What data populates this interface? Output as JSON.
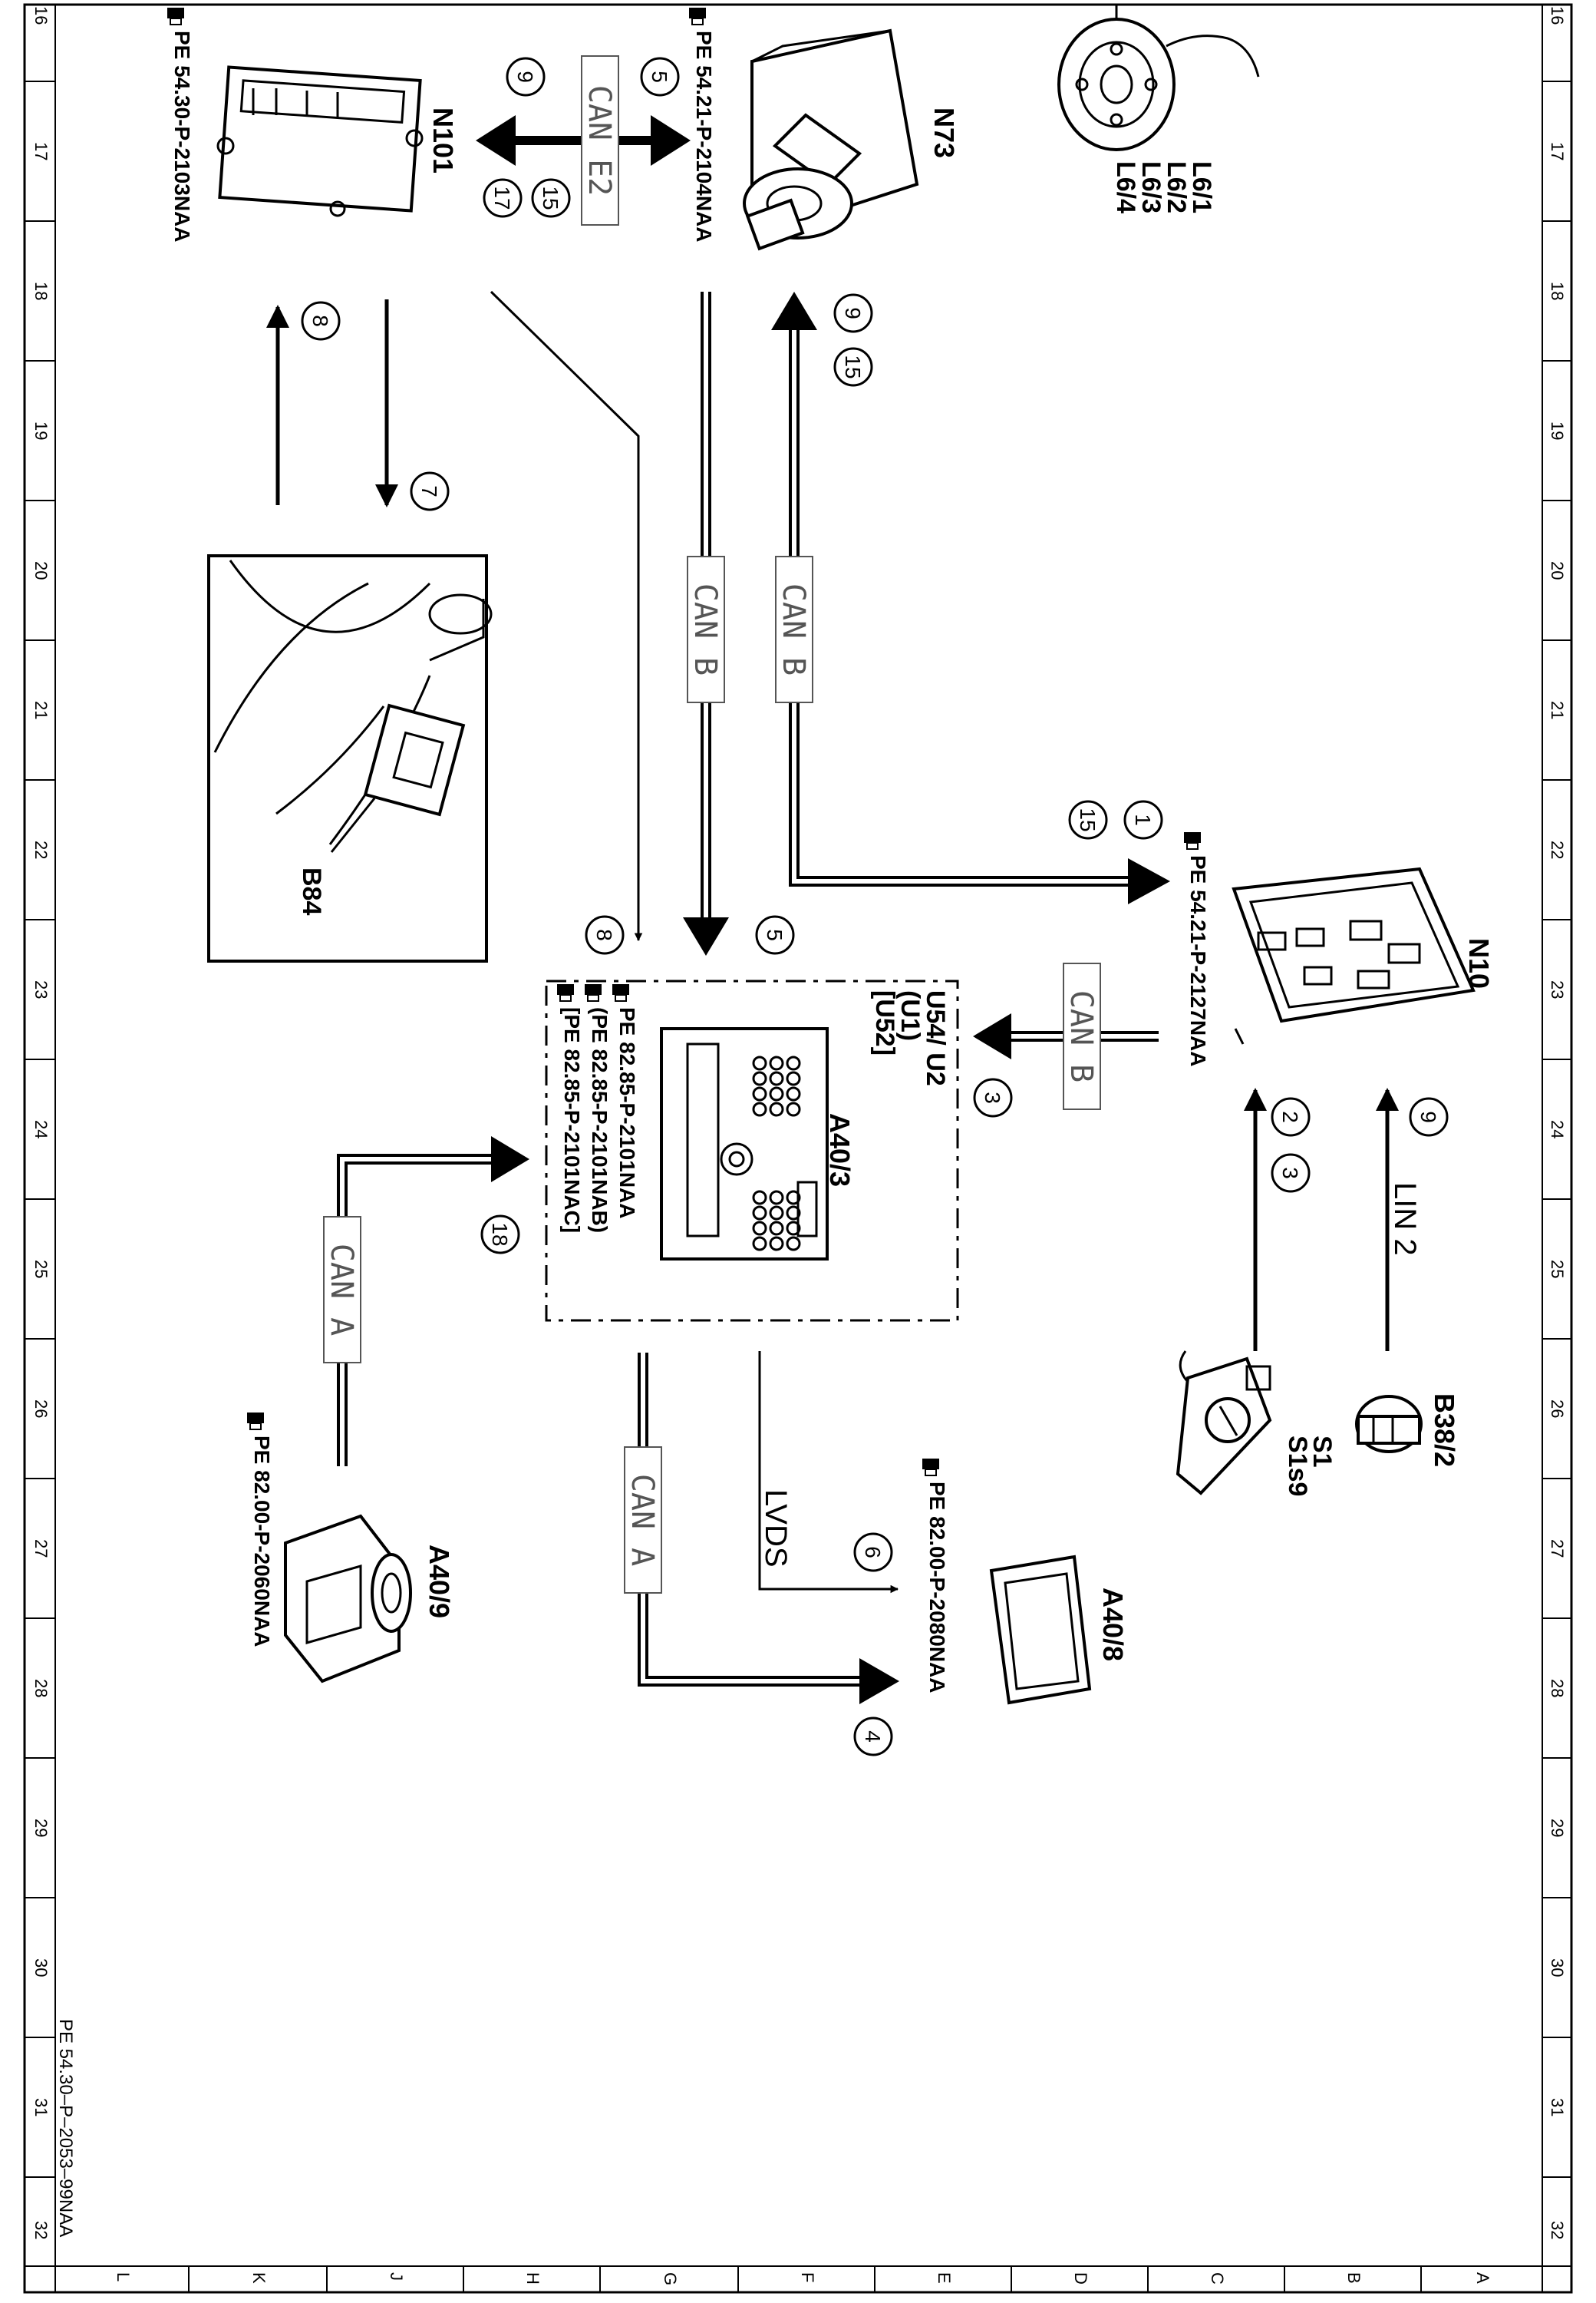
{
  "grid": {
    "rows": [
      "16",
      "17",
      "18",
      "19",
      "20",
      "21",
      "22",
      "23",
      "24",
      "25",
      "26",
      "27",
      "28",
      "29",
      "30",
      "31",
      "32"
    ],
    "cols": [
      "L",
      "K",
      "J",
      "H",
      "G",
      "F",
      "E",
      "D",
      "C",
      "B",
      "A"
    ]
  },
  "footer_code": "PE 54.30–P–2053–99NAA",
  "components": {
    "n101": {
      "id": "N101",
      "ref": "PE  54.30-P-2103NAA"
    },
    "n73": {
      "id": "N73",
      "ref": "PE  54.21-P-2104NAA"
    },
    "l6": {
      "ids": [
        "L6/1",
        "L6/2",
        "L6/3",
        "L6/4"
      ]
    },
    "b84": {
      "id": "B84"
    },
    "n10": {
      "id": "N10",
      "ref": "PE  54.21-P-2127NAA"
    },
    "a40_3": {
      "id": "A40/3",
      "variants": [
        "U54/ U2",
        "(U1)",
        "[U52]"
      ],
      "refs": [
        "PE  82.85-P-2101NAA",
        "(PE  82.85-P-2101NAB)",
        "[PE  82.85-P-2101NAC]"
      ]
    },
    "b38_2": {
      "id": "B38/2"
    },
    "s1": {
      "ids": [
        "S1",
        "S1s9"
      ]
    },
    "a40_9": {
      "id": "A40/9",
      "ref": "PE  82.00-P-2060NAA"
    },
    "a40_8": {
      "id": "A40/8",
      "ref": "PE  82.00-P-2080NAA"
    }
  },
  "buses": {
    "can_e2": "CAN  E2",
    "can_b_1": "CAN  B",
    "can_b_2": "CAN  B",
    "can_b_3": "CAN  B",
    "can_a_1": "CAN  A",
    "can_a_2": "CAN  A",
    "lvds": "LVDS",
    "lin2": "LIN  2"
  },
  "steps": {
    "s9a": "9",
    "s5a": "5",
    "s17": "17",
    "s15a": "15",
    "s8a": "8",
    "s7": "7",
    "s9b": "9",
    "s15b": "15",
    "s1": "1",
    "s15c": "15",
    "s8b": "8",
    "s5b": "5",
    "s3a": "3",
    "s2": "2",
    "s3b": "3",
    "s9c": "9",
    "s18": "18",
    "s6": "6",
    "s4": "4"
  }
}
